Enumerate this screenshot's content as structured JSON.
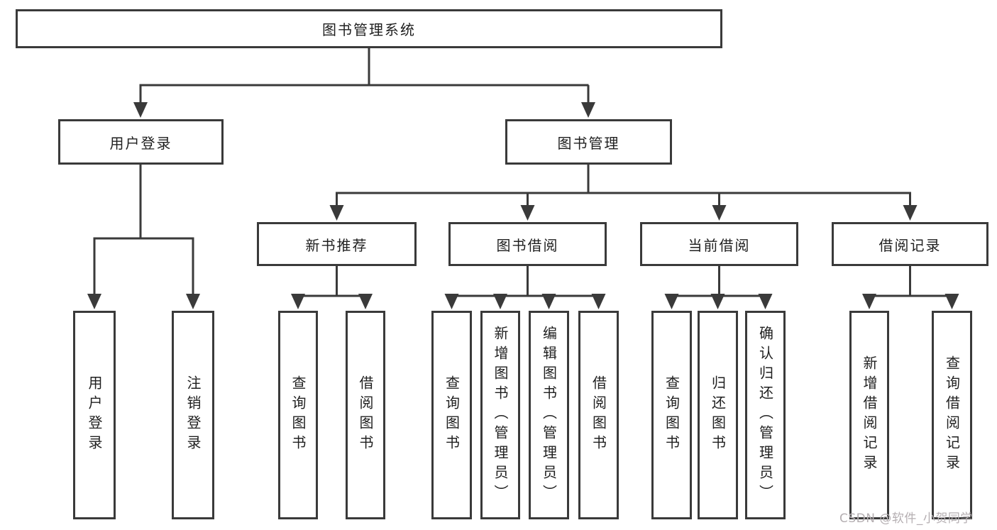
{
  "diagram": {
    "tree": {
      "root": {
        "label": "图书管理系统"
      },
      "branches": [
        {
          "label": "用户登录",
          "children": [
            {
              "label": "用户登录"
            },
            {
              "label": "注销登录"
            }
          ]
        },
        {
          "label": "图书管理",
          "children": [
            {
              "label": "新书推荐",
              "children": [
                {
                  "label": "查询图书"
                },
                {
                  "label": "借阅图书"
                }
              ]
            },
            {
              "label": "图书借阅",
              "children": [
                {
                  "label": "查询图书"
                },
                {
                  "label": "新增图书（管理员）"
                },
                {
                  "label": "编辑图书（管理员）"
                },
                {
                  "label": "借阅图书"
                }
              ]
            },
            {
              "label": "当前借阅",
              "children": [
                {
                  "label": "查询图书"
                },
                {
                  "label": "归还图书"
                },
                {
                  "label": "确认归还（管理员）"
                }
              ]
            },
            {
              "label": "借阅记录",
              "children": [
                {
                  "label": "新增借阅记录"
                },
                {
                  "label": "查询借阅记录"
                }
              ]
            }
          ]
        }
      ]
    },
    "colors": {
      "background": "#ffffff",
      "line": "#3a3a3a",
      "text": "#1f1f1f",
      "watermark": "#b5afb2"
    },
    "watermark": "CSDN @软件_小贺同学"
  }
}
